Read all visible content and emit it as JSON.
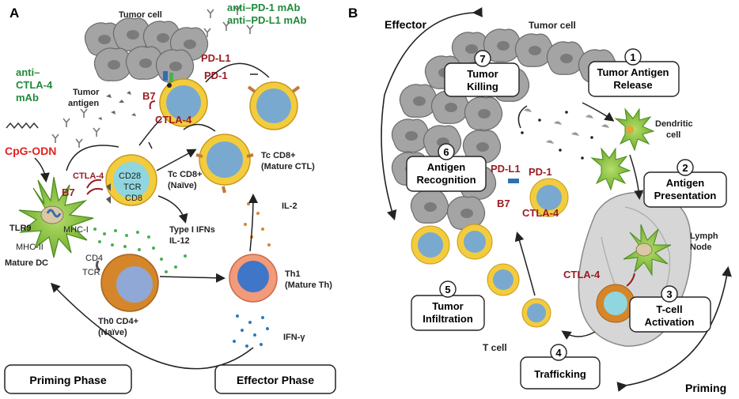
{
  "panel_a": {
    "letter": "A",
    "tumor_cell": "Tumor cell",
    "anti_pd1": "anti–PD-1 mAb",
    "anti_pdl1": "anti–PD-L1 mAb",
    "anti_ctla4": [
      "anti–",
      "CTLA-4",
      "mAb"
    ],
    "tumor_antigen": [
      "Tumor",
      "antigen"
    ],
    "cpg_odn": "CpG-ODN",
    "pd_l1": "PD-L1",
    "pd_1": "PD-1",
    "b7_top": "B7",
    "ctla4_top": "CTLA-4",
    "ctla4_mid": "CTLA-4",
    "cd28": "CD28",
    "tcr_mid": "TCR",
    "cd8": "CD8",
    "b7_mid": "B7",
    "mhc_i": "MHC-I",
    "tlr9": "TLR9",
    "mhc_ii": "MHC-II",
    "mature_dc": "Mature DC",
    "cd4": "CD4",
    "tcr_low": "TCR",
    "tc_naive": [
      "Tc CD8+",
      "(Naïve)"
    ],
    "tc_mature": [
      "Tc CD8+",
      "(Mature CTL)"
    ],
    "type1_ifns": [
      "Type I IFNs",
      "IL-12"
    ],
    "il2": "IL-2",
    "th1": [
      "Th1",
      "(Mature Th)"
    ],
    "th0": [
      "Th0 CD4+",
      "(Naïve)"
    ],
    "ifn_gamma": "IFN-γ",
    "priming_phase": "Priming Phase",
    "effector_phase": "Effector Phase"
  },
  "panel_b": {
    "letter": "B",
    "effector": "Effector",
    "tumor_cell": "Tumor cell",
    "steps": [
      {
        "num": "1",
        "label": [
          "Tumor Antigen",
          "Release"
        ]
      },
      {
        "num": "2",
        "label": [
          "Antigen",
          "Presentation"
        ]
      },
      {
        "num": "3",
        "label": [
          "T-cell",
          "Activation"
        ]
      },
      {
        "num": "4",
        "label": [
          "Trafficking"
        ]
      },
      {
        "num": "5",
        "label": [
          "Tumor",
          "Infiltration"
        ]
      },
      {
        "num": "6",
        "label": [
          "Antigen",
          "Recognition"
        ]
      },
      {
        "num": "7",
        "label": [
          "Tumor",
          "Killing"
        ]
      }
    ],
    "dendritic_cell": [
      "Dendritic",
      "cell"
    ],
    "lymph_node": [
      "Lymph",
      "Node"
    ],
    "ctla4_ln": "CTLA-4",
    "pd_l1": "PD-L1",
    "pd_1": "PD-1",
    "b7": "B7",
    "ctla4": "CTLA-4",
    "t_cell": "T cell",
    "priming": "Priming"
  },
  "colors": {
    "dark_red": "#9b1c24",
    "green_label": "#1f8a3a",
    "red_label": "#e32222",
    "tumor_gray": "#9a9a9a",
    "yellow_ring": "#f3cc3e",
    "blue_nucleus": "#79a9cf",
    "green_dc": "#8cc63f",
    "orange_th": "#d5862a",
    "salmon_th1": "#f29a7a"
  }
}
